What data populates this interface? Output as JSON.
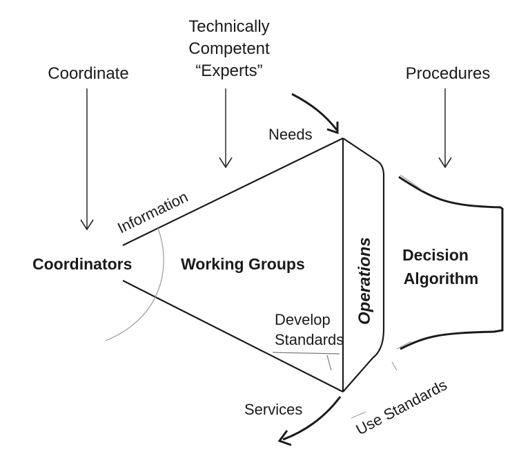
{
  "labels": {
    "top_experts_line1": "Technically",
    "top_experts_line2": "Competent",
    "top_experts_line3": "“Experts”",
    "top_coordinate": "Coordinate",
    "top_procedures": "Procedures",
    "needs": "Needs",
    "information": "Information",
    "coordinators": "Coordinators",
    "working_groups": "Working Groups",
    "operations": "Operations",
    "decision_line1": "Decision",
    "decision_line2": "Algorithm",
    "develop_line1": "Develop",
    "develop_line2": "Standards",
    "services": "Services",
    "use_standards": "Use Standards"
  },
  "colors": {
    "ink": "#1a1a1a",
    "light_ink": "#8a8a8a",
    "background": "#ffffff"
  }
}
